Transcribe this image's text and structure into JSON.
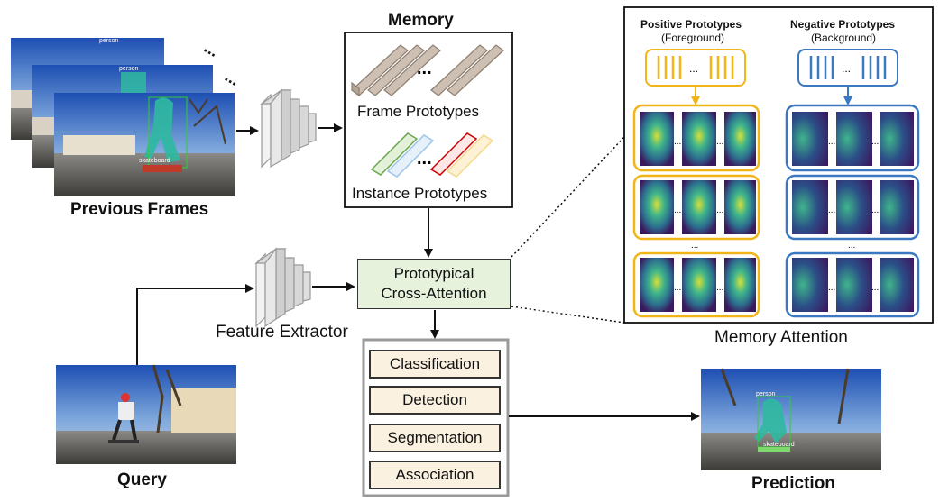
{
  "labels": {
    "memory": "Memory",
    "frame_prototypes": "Frame Prototypes",
    "instance_prototypes": "Instance Prototypes",
    "previous_frames": "Previous Frames",
    "feature_extractor": "Feature Extractor",
    "query": "Query",
    "prediction": "Prediction",
    "memory_attention": "Memory Attention",
    "pca_line1": "Prototypical",
    "pca_line2": "Cross-Attention",
    "positive_title": "Positive Prototypes",
    "positive_sub": "(Foreground)",
    "negative_title": "Negative Prototypes",
    "negative_sub": "(Background)",
    "ellipsis": "...",
    "ellipsis_bold": "..."
  },
  "tasks": [
    "Classification",
    "Detection",
    "Segmentation",
    "Association"
  ],
  "frame_tags": {
    "person": "person",
    "skateboard": "skateboard"
  },
  "colors": {
    "positive": "#f2b517",
    "negative": "#3a78c2",
    "pca_fill": "#e6f2dc",
    "task_fill": "#fbf1e0",
    "frame_proto": "#a89a8c",
    "inst_green": "#6aa84f",
    "inst_blue": "#9fc5e8",
    "inst_red": "#cc0000",
    "inst_yellow": "#f6d88a",
    "mask_teal": "#2fb9a0"
  }
}
